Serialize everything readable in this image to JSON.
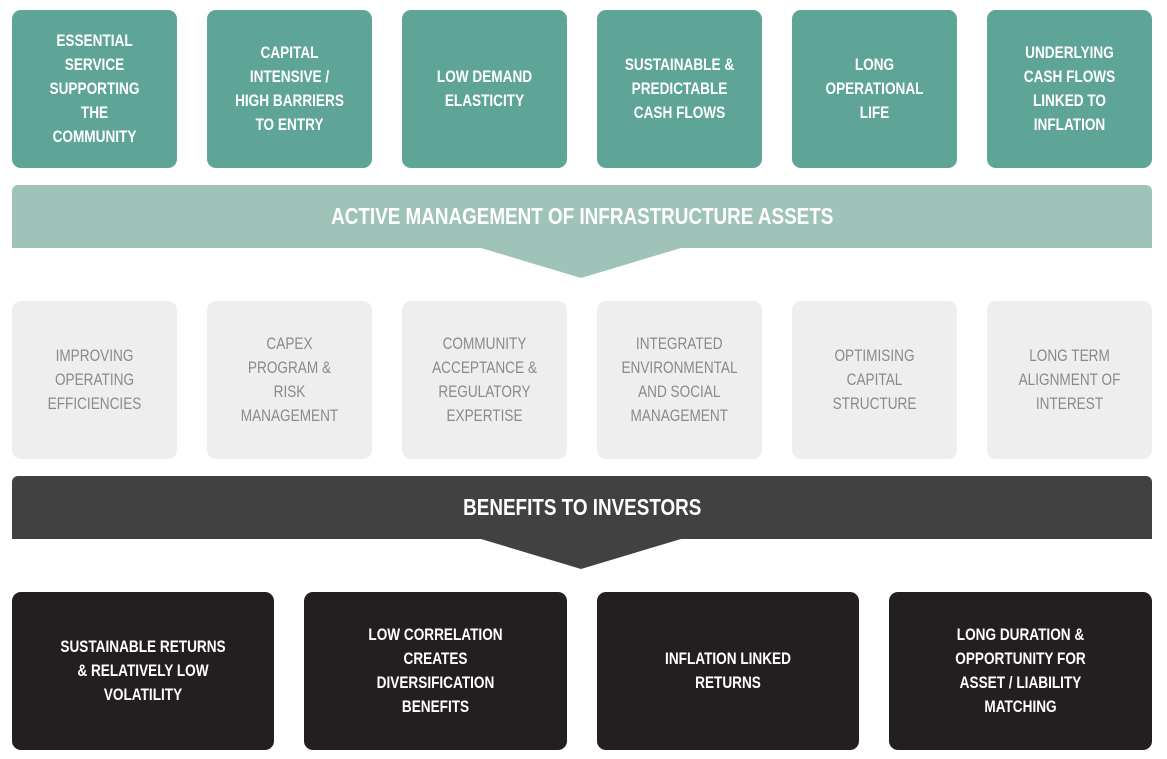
{
  "characteristics": [
    "ESSENTIAL SERVICE SUPPORTING THE COMMUNITY",
    "CAPITAL INTENSIVE / HIGH BARRIERS TO ENTRY",
    "LOW DEMAND ELASTICITY",
    "SUSTAINABLE & PREDICTABLE CASH FLOWS",
    "LONG OPERATIONAL LIFE",
    "UNDERLYING CASH FLOWS LINKED TO INFLATION"
  ],
  "management_banner": "ACTIVE MANAGEMENT OF INFRASTRUCTURE ASSETS",
  "management_levers": [
    "IMPROVING OPERATING EFFICIENCIES",
    "CAPEX PROGRAM & RISK MANAGEMENT",
    "COMMUNITY ACCEPTANCE & REGULATORY EXPERTISE",
    "INTEGRATED ENVIRONMENTAL AND SOCIAL MANAGEMENT",
    "OPTIMISING CAPITAL STRUCTURE",
    "LONG TERM ALIGNMENT OF INTEREST"
  ],
  "benefits_banner": "BENEFITS TO INVESTORS",
  "benefits": [
    "SUSTAINABLE RETURNS & RELATIVELY LOW VOLATILITY",
    "LOW CORRELATION CREATES DIVERSIFICATION BENEFITS",
    "INFLATION LINKED RETURNS",
    "LONG DURATION & OPPORTUNITY FOR ASSET / LIABILITY MATCHING"
  ],
  "colors": {
    "characteristic_box": "#5fa597",
    "management_banner": "#9fc3b9",
    "lever_box": "#eeeeee",
    "lever_text": "#8a8a8a",
    "benefits_banner": "#414141",
    "benefit_box": "#231f20"
  }
}
